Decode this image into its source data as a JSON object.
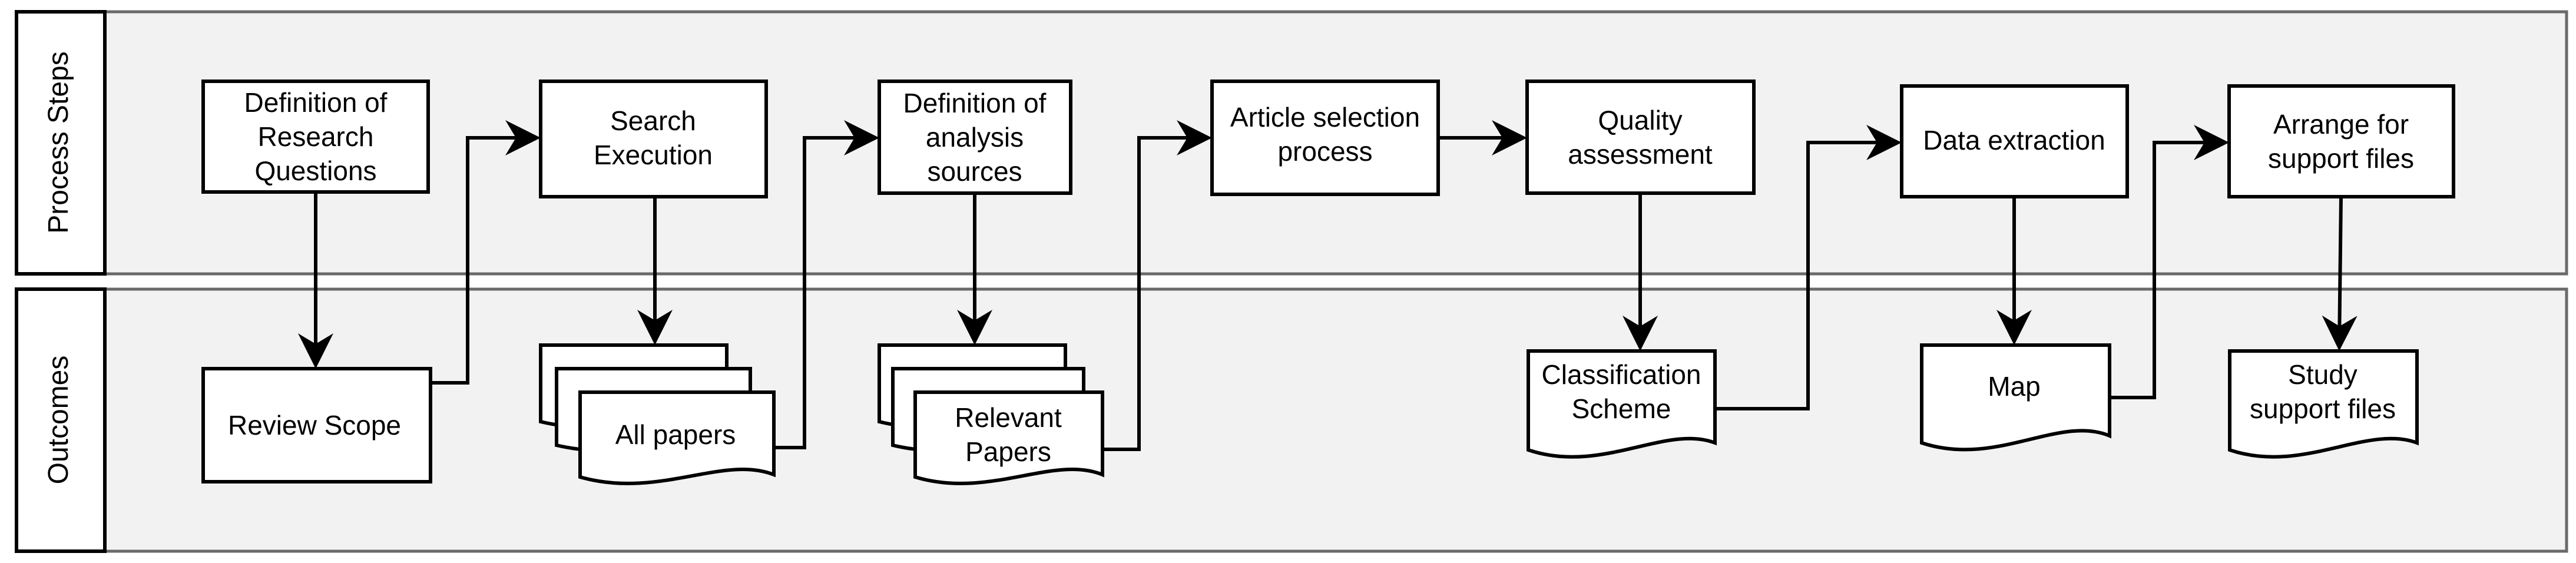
{
  "lanes": {
    "process": "Process Steps",
    "outcomes": "Outcomes"
  },
  "process_steps": {
    "research_questions": [
      "Definition of",
      "Research",
      "Questions"
    ],
    "search_execution": [
      "Search",
      "Execution"
    ],
    "analysis_sources": [
      "Definition of",
      "analysis",
      "sources"
    ],
    "article_selection": [
      "Article selection",
      "process"
    ],
    "quality_assessment": [
      "Quality",
      "assessment"
    ],
    "data_extraction": [
      "Data extraction"
    ],
    "support_files": [
      "Arrange for",
      "support files"
    ]
  },
  "outcomes": {
    "review_scope": [
      "Review Scope"
    ],
    "all_papers": [
      "All papers"
    ],
    "relevant_papers": [
      "Relevant",
      "Papers"
    ],
    "classification_scheme": [
      "Classification",
      "Scheme"
    ],
    "map": [
      "Map"
    ],
    "study_support_files": [
      "Study",
      "support files"
    ]
  },
  "colors": {
    "lane_background": "#f2f2f2",
    "stroke": "#000000"
  }
}
